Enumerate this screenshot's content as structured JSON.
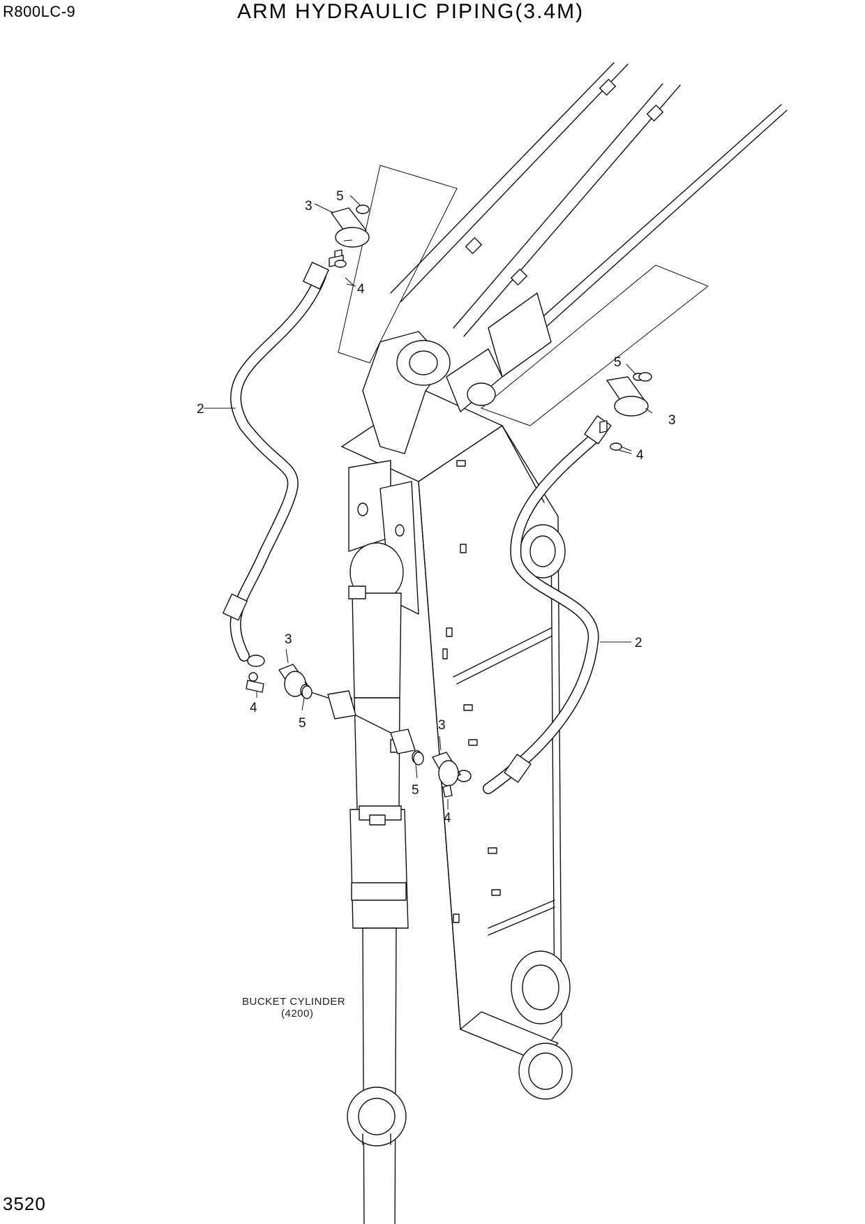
{
  "header": {
    "model": "R800LC-9",
    "title": "ARM HYDRAULIC PIPING(3.4M)"
  },
  "footer": {
    "page_number": "3520"
  },
  "diagram": {
    "callouts": {
      "c2_upper": "2",
      "c2_lower": "2",
      "c3_top_left": "3",
      "c3_top_right": "3",
      "c3_mid_left": "3",
      "c3_mid_right": "3",
      "c4_top_left": "4",
      "c4_top_right": "4",
      "c4_mid_left": "4",
      "c4_mid_right": "4",
      "c5_top_left": "5",
      "c5_top_right": "5",
      "c5_mid_left": "5",
      "c5_mid_right": "5"
    },
    "notes": {
      "cylinder_label_line1": "BUCKET CYLINDER",
      "cylinder_label_line2": "(4200)"
    }
  }
}
